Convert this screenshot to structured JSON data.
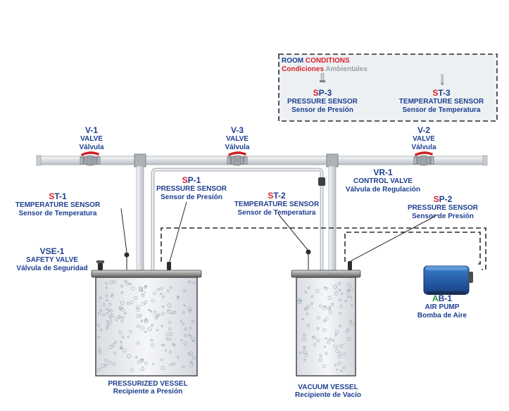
{
  "room": {
    "title_en_first": "ROOM ",
    "title_en_rest": "CONDITIONS",
    "title_es_first": "Condiciones ",
    "title_es_rest": "Ambientales"
  },
  "components": {
    "sp3": {
      "code_first": "S",
      "code_rest": "P-3",
      "en": "PRESSURE SENSOR",
      "es": "Sensor de Presión"
    },
    "st3": {
      "code_first": "S",
      "code_rest": "T-3",
      "en": "TEMPERATURE SENSOR",
      "es": "Sensor de Temperatura"
    },
    "v1": {
      "code_first": "",
      "code_rest": "V-1",
      "en": "VALVE",
      "es": "Válvula"
    },
    "v3": {
      "code_first": "",
      "code_rest": "V-3",
      "en": "VALVE",
      "es": "Válvula"
    },
    "v2": {
      "code_first": "",
      "code_rest": "V-2",
      "en": "VALVE",
      "es": "Válvula"
    },
    "vr1": {
      "code_first": "",
      "code_rest": "VR-1",
      "en": "CONTROL VALVE",
      "es": "Válvula de Regulación"
    },
    "sp1": {
      "code_first": "S",
      "code_rest": "P-1",
      "en": "PRESSURE SENSOR",
      "es": "Sensor de Presión"
    },
    "st1": {
      "code_first": "S",
      "code_rest": "T-1",
      "en": "TEMPERATURE SENSOR",
      "es": "Sensor de Temperatura"
    },
    "st2": {
      "code_first": "S",
      "code_rest": "T-2",
      "en": "TEMPERATURE SENSOR",
      "es": "Sensor de Temperatura"
    },
    "sp2": {
      "code_first": "S",
      "code_rest": "P-2",
      "en": "PRESSURE SENSOR",
      "es": "Sensor de Presión"
    },
    "vse1": {
      "code_first": "",
      "code_rest": "VSE-1",
      "en": "SAFETY VALVE",
      "es": "Válvula de Seguridad"
    },
    "ab1": {
      "code_first": "A",
      "code_rest": "B-1",
      "en": "AIR PUMP",
      "es": "Bomba de Aire"
    }
  },
  "vessels": {
    "pressurized": {
      "en": "PRESSURIZED VESSEL",
      "es": "Recipiente a Presión"
    },
    "vacuum": {
      "en": "VACUUM VESSEL",
      "es": "Recipiente de Vacío"
    }
  },
  "colors": {
    "label_blue": "#1d3f8f",
    "code_red": "#d8232a",
    "code_green": "#1f9b3a",
    "pipe_fill": "#e4e7ea",
    "valve_handle": "#cc1f26",
    "pump_blue": "#1f5aa8"
  }
}
